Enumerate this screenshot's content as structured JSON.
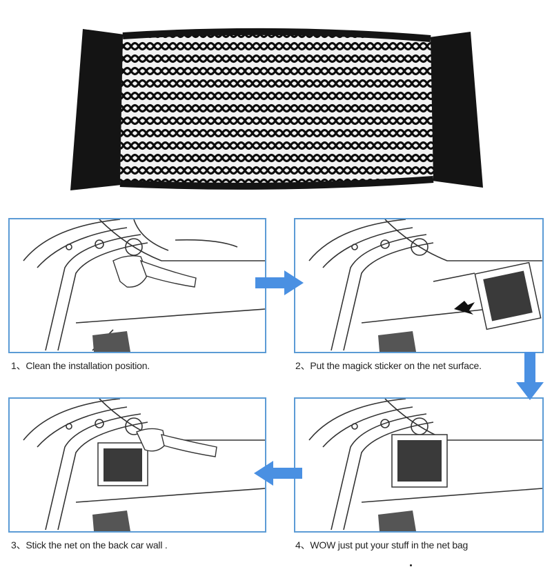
{
  "steps": [
    {
      "caption": "1、Clean the installation position."
    },
    {
      "caption": "2、Put the magick sticker on the net surface."
    },
    {
      "caption": "3、Stick the net on the back car wall ."
    },
    {
      "caption": "4、WOW just put your stuff in the net bag"
    }
  ],
  "colors": {
    "panel_border": "#5b9bd5",
    "arrow": "#4a90e2",
    "net": "#111111"
  },
  "icons": [
    "arrow-right-icon",
    "arrow-down-icon",
    "arrow-left-icon"
  ]
}
